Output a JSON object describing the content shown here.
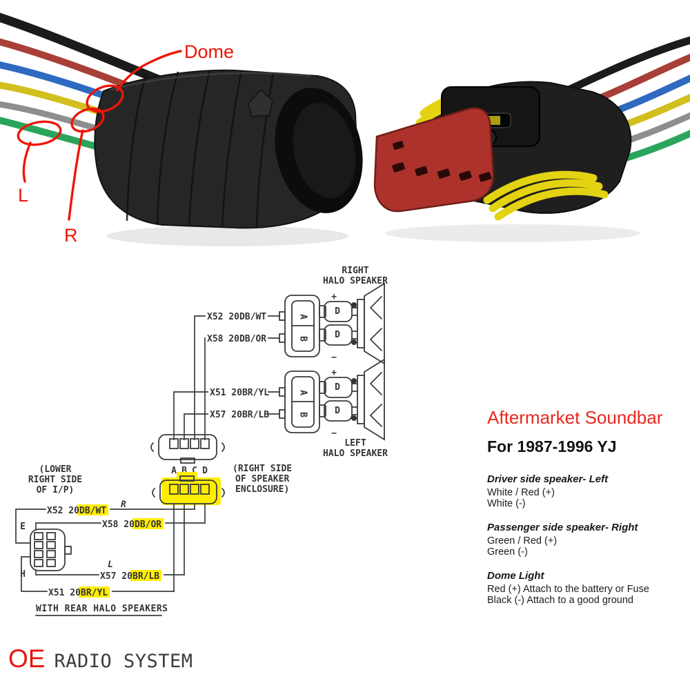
{
  "colors": {
    "annotation_red": "#ee1509",
    "title_red": "#e8281e",
    "highlight_yellow": "#ffee00",
    "diagram_ink": "#3b3b3b",
    "wire_black": "#1b1b1b",
    "wire_red": "#a84038",
    "wire_blue": "#2f6ac0",
    "wire_yellow": "#d2bf1e",
    "wire_gray": "#8e8e8e",
    "wire_green": "#2ba55c"
  },
  "photo_left": {
    "annotations": {
      "dome": "Dome",
      "left": "L",
      "right": "R"
    }
  },
  "diagram": {
    "right_speaker": [
      "RIGHT",
      "HALO SPEAKER"
    ],
    "left_speaker": [
      "LEFT",
      "HALO SPEAKER"
    ],
    "enclosure_note": [
      "(RIGHT SIDE",
      "OF SPEAKER",
      "ENCLOSURE)"
    ],
    "ip_note": [
      "(LOWER",
      "RIGHT SIDE",
      "OF I/P)"
    ],
    "pin_letters": [
      "A",
      "B",
      "C",
      "D"
    ],
    "plug_pin_a": "A",
    "plug_pin_b": "B",
    "spade_letter": "D",
    "plus": "+",
    "minus": "−",
    "pin_e": "E",
    "pin_h": "H",
    "upper_wires": [
      "X52 20DB/WT",
      "X58 20DB/OR",
      "X51 20BR/YL",
      "X57 20BR/LB"
    ],
    "lower_wires": [
      {
        "prefix": "X52 20",
        "highlight": "DB/WT"
      },
      {
        "prefix": "X58 20",
        "highlight": "DB/OR"
      },
      {
        "prefix": "X57 20",
        "highlight": "BR/LB"
      },
      {
        "prefix": "X51 20",
        "highlight": "BR/YL"
      }
    ],
    "caption": "WITH REAR HALO SPEAKERS",
    "annot_r": "R",
    "annot_l": "L"
  },
  "info_panel": {
    "title": "Aftermarket Soundbar",
    "subtitle": "For 1987-1996 YJ",
    "sections": [
      {
        "heading": "Driver side speaker- Left",
        "lines": [
          "White / Red (+)",
          "White (-)"
        ]
      },
      {
        "heading": "Passenger side speaker- Right",
        "lines": [
          "Green / Red (+)",
          "Green (-)"
        ]
      },
      {
        "heading": "Dome Light",
        "lines": [
          "Red (+) Attach to the battery or Fuse",
          "Black (-) Attach to a good ground"
        ]
      }
    ]
  },
  "footer": {
    "logo_oe": "OE",
    "logo_rest": "RADIO SYSTEM"
  }
}
